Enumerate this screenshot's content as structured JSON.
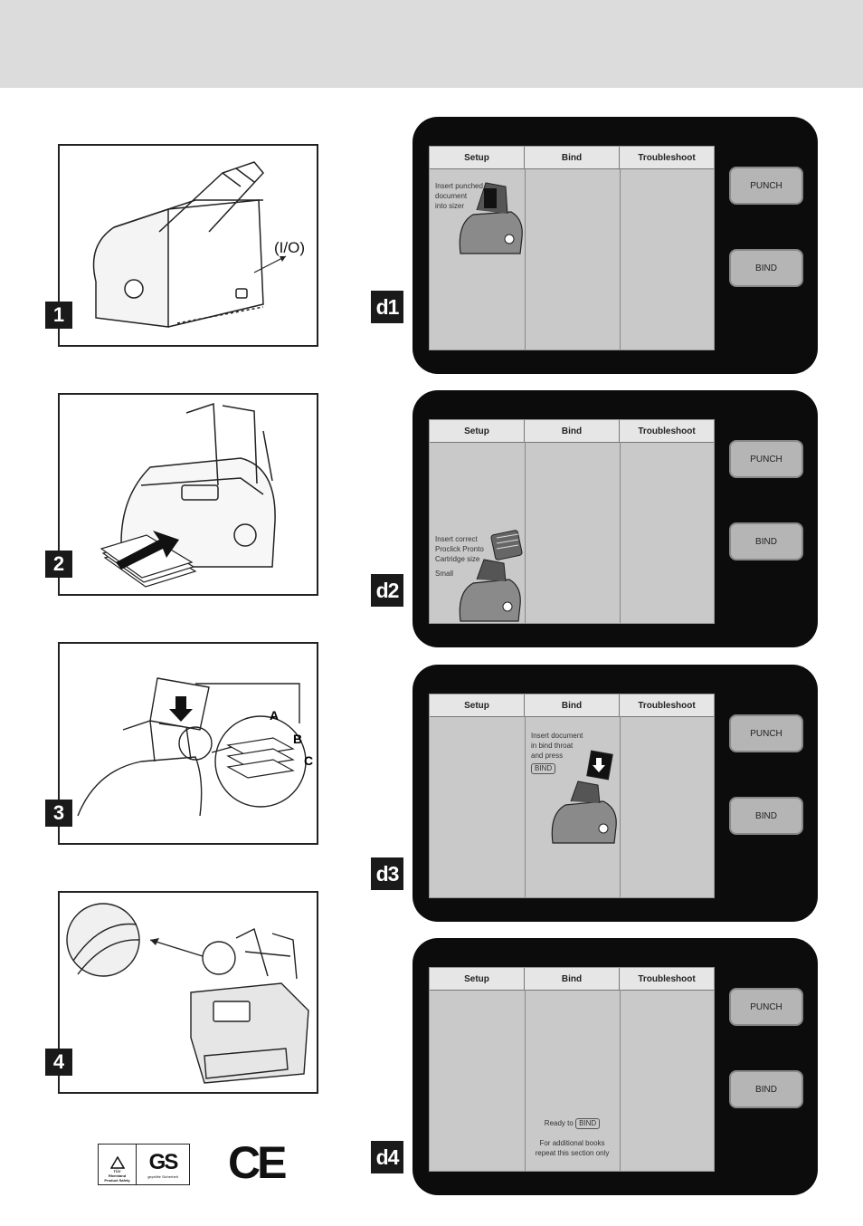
{
  "steps": [
    {
      "number": "1",
      "callout": "(I/O)"
    },
    {
      "number": "2"
    },
    {
      "number": "3",
      "callouts": [
        "A",
        "B",
        "C"
      ]
    },
    {
      "number": "4"
    }
  ],
  "panels": [
    {
      "label": "d1",
      "tabs": [
        "Setup",
        "Bind",
        "Troubleshoot"
      ],
      "buttons": [
        "PUNCH",
        "BIND"
      ],
      "instruction_lines": [
        "Insert punched",
        "document",
        "into sizer"
      ]
    },
    {
      "label": "d2",
      "tabs": [
        "Setup",
        "Bind",
        "Troubleshoot"
      ],
      "buttons": [
        "PUNCH",
        "BIND"
      ],
      "instruction_lines": [
        "Insert correct",
        "Proclick Pronto",
        "Cartridge size"
      ],
      "size_text": "Small"
    },
    {
      "label": "d3",
      "tabs": [
        "Setup",
        "Bind",
        "Troubleshoot"
      ],
      "buttons": [
        "PUNCH",
        "BIND"
      ],
      "instruction_lines": [
        "Insert document",
        "in bind throat",
        "and press"
      ],
      "button_ref": "BIND"
    },
    {
      "label": "d4",
      "tabs": [
        "Setup",
        "Bind",
        "Troubleshoot"
      ],
      "buttons": [
        "PUNCH",
        "BIND"
      ],
      "ready_prefix": "Ready to",
      "ready_button": "BIND",
      "note_lines": [
        "For additional books",
        "repeat this section only"
      ]
    }
  ],
  "certifications": {
    "tuv_lines": [
      "TÜV",
      "Rheinland",
      "Product Safety"
    ],
    "gs_mark": "GS",
    "gs_sub": "geprüfte Sicherheit",
    "ce_mark": "CE"
  }
}
